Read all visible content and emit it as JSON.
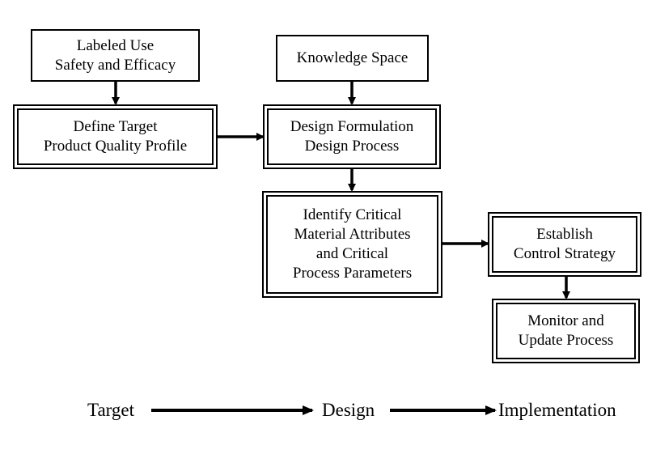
{
  "boxes": {
    "labeled_use": {
      "line1": "Labeled Use",
      "line2": "Safety and Efficacy"
    },
    "knowledge_space": {
      "line1": "Knowledge Space"
    },
    "define_tpqp": {
      "line1": "Define Target",
      "line2": "Product Quality Profile"
    },
    "design_formulation": {
      "line1": "Design Formulation",
      "line2": "Design Process"
    },
    "identify_cma": {
      "line1": "Identify Critical",
      "line2": "Material Attributes",
      "line3": "and Critical",
      "line4": "Process Parameters"
    },
    "control_strategy": {
      "line1": "Establish",
      "line2": "Control Strategy"
    },
    "monitor_update": {
      "line1": "Monitor and",
      "line2": "Update Process"
    }
  },
  "stages": {
    "target": "Target",
    "design": "Design",
    "implementation": "Implementation"
  }
}
